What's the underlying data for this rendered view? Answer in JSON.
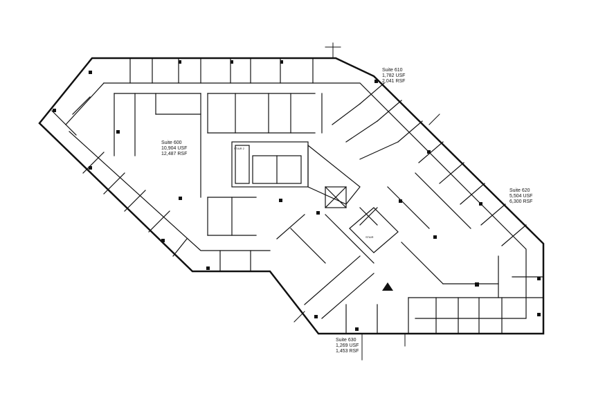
{
  "suites": [
    {
      "name": "Suite 610",
      "usf": "1,782 USF",
      "rsf": "2,041 RSF"
    },
    {
      "name": "Suite 600",
      "usf": "10,904 USF",
      "rsf": "12,487 RSF"
    },
    {
      "name": "Suite 620",
      "usf": "5,504 USF",
      "rsf": "6,300 RSF"
    },
    {
      "name": "Suite 630",
      "usf": "1,269 USF",
      "rsf": "1,453 RSF"
    }
  ],
  "core_labels": {
    "stair_1": "STAIR",
    "stair_2": "STAIR 2"
  },
  "colors": {
    "walls": "#111111",
    "background": "#ffffff"
  }
}
